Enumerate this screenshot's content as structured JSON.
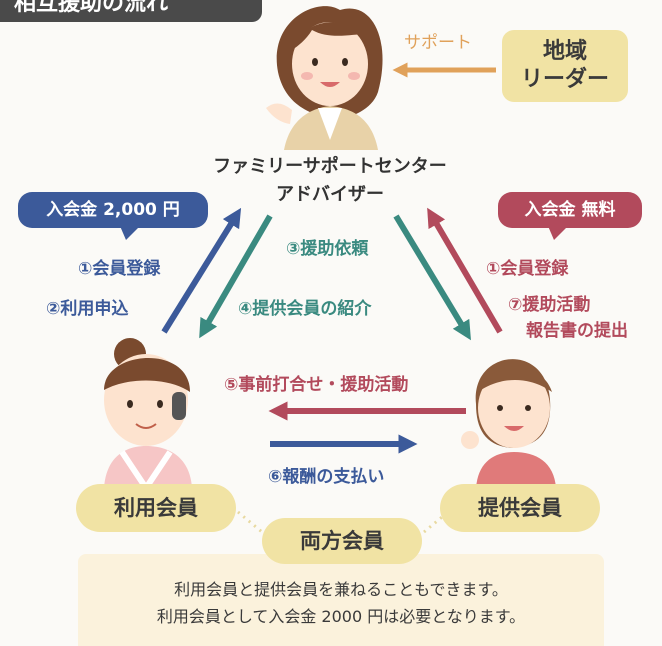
{
  "header": {
    "title": "相互援助の流れ"
  },
  "center": {
    "line1": "ファミリーサポートセンター",
    "line2": "アドバイザー"
  },
  "support": {
    "label": "サポート"
  },
  "leader": {
    "line1": "地域",
    "line2": "リーダー"
  },
  "fees": {
    "user": "入会金 2,000 円",
    "provider": "入会金 無料"
  },
  "steps": {
    "s1_left": "①会員登録",
    "s2": "②利用申込",
    "s3": "③援助依頼",
    "s4": "④提供会員の紹介",
    "s1_right": "①会員登録",
    "s7_line1": "⑦援助活動",
    "s7_line2": "報告書の提出",
    "s5": "⑤事前打合せ・援助活動",
    "s6": "⑥報酬の支払い"
  },
  "members": {
    "user": "利用会員",
    "provider": "提供会員",
    "both": "両方会員"
  },
  "note": {
    "line1": "利用会員と提供会員を兼ねることもできます。",
    "line2": "利用会員として入会金 2000 円は必要となります。"
  },
  "colors": {
    "blue": "#3c5a9a",
    "teal": "#3a8a80",
    "red": "#b24a5c",
    "orange": "#e0a15a",
    "pill": "#f1e3a4"
  }
}
